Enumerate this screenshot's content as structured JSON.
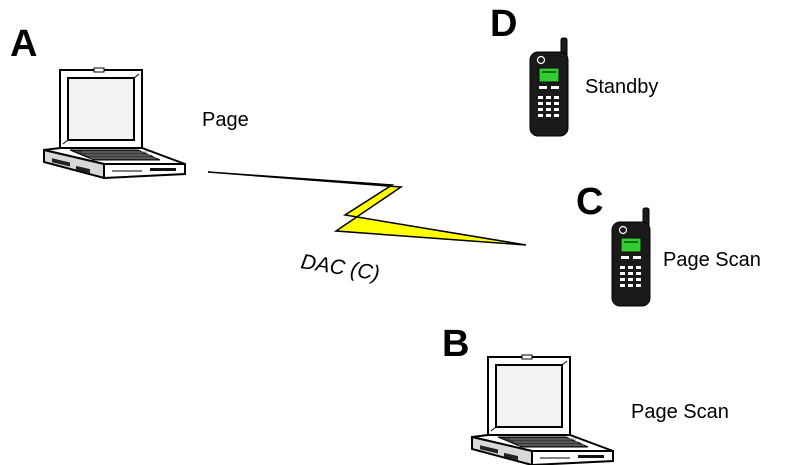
{
  "nodes": {
    "a": {
      "letter": "A",
      "device": "laptop",
      "state": "Page"
    },
    "b": {
      "letter": "B",
      "device": "laptop",
      "state": "Page Scan"
    },
    "c": {
      "letter": "C",
      "device": "mobile-phone",
      "state": "Page Scan"
    },
    "d": {
      "letter": "D",
      "device": "mobile-phone",
      "state": "Standby"
    }
  },
  "link": {
    "label": "DAC (C)",
    "from": "A",
    "to": "C",
    "icon": "lightning-bolt-icon",
    "color": "#ffff00",
    "outline": "#000000"
  },
  "colors": {
    "background": "#ffffff",
    "phone_body": "#1a1a1a",
    "phone_screen": "#33cc33",
    "laptop_body": "#ffffff",
    "laptop_screen": "#f2f2f2"
  }
}
